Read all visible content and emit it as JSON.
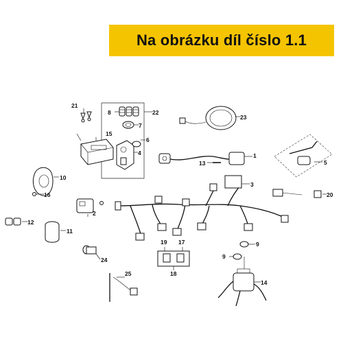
{
  "banner": {
    "text": "Na obrázku díl číslo 1.1",
    "color": "#f5c400"
  },
  "callouts": {
    "c1": "1",
    "c2": "2",
    "c3": "3",
    "c4": "4",
    "c5": "5",
    "c6": "6",
    "c7": "7",
    "c8": "8",
    "c9a": "9",
    "c9b": "9",
    "c10": "10",
    "c11": "11",
    "c12": "12",
    "c13": "13",
    "c14": "14",
    "c15": "15",
    "c16": "16",
    "c17": "17",
    "c18": "18",
    "c19": "19",
    "c20": "20",
    "c21": "21",
    "c22": "22",
    "c23": "23",
    "c24": "24",
    "c25": "25"
  }
}
